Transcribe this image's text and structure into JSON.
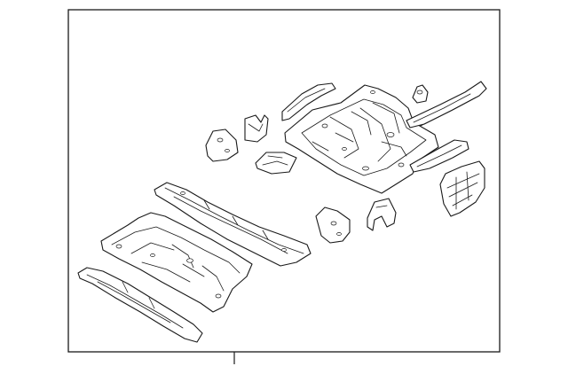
{
  "diagram": {
    "type": "exploded parts illustration",
    "style": "black line art on white",
    "parts": [
      {
        "id": "rear-floor-pan",
        "icon": "floor-pan-outline"
      },
      {
        "id": "rear-side-rail-right",
        "icon": "rail-outline"
      },
      {
        "id": "rear-mount-bracket",
        "icon": "bracket-outline"
      },
      {
        "id": "rear-end-panel",
        "icon": "panel-outline"
      },
      {
        "id": "front-floor-pan",
        "icon": "floor-pan-outline"
      },
      {
        "id": "center-crossmember",
        "icon": "crossmember-outline"
      },
      {
        "id": "side-sill-reinforcement",
        "icon": "sill-outline"
      },
      {
        "id": "upper-reinforcement",
        "icon": "reinforcement-outline"
      },
      {
        "id": "floor-bracket-small",
        "icon": "bracket-outline"
      },
      {
        "id": "seat-mount-bracket",
        "icon": "bracket-outline"
      },
      {
        "id": "jack-pad",
        "icon": "pad-outline"
      },
      {
        "id": "mid-bracket",
        "icon": "bracket-outline"
      },
      {
        "id": "tunnel-brace",
        "icon": "brace-outline"
      }
    ]
  }
}
